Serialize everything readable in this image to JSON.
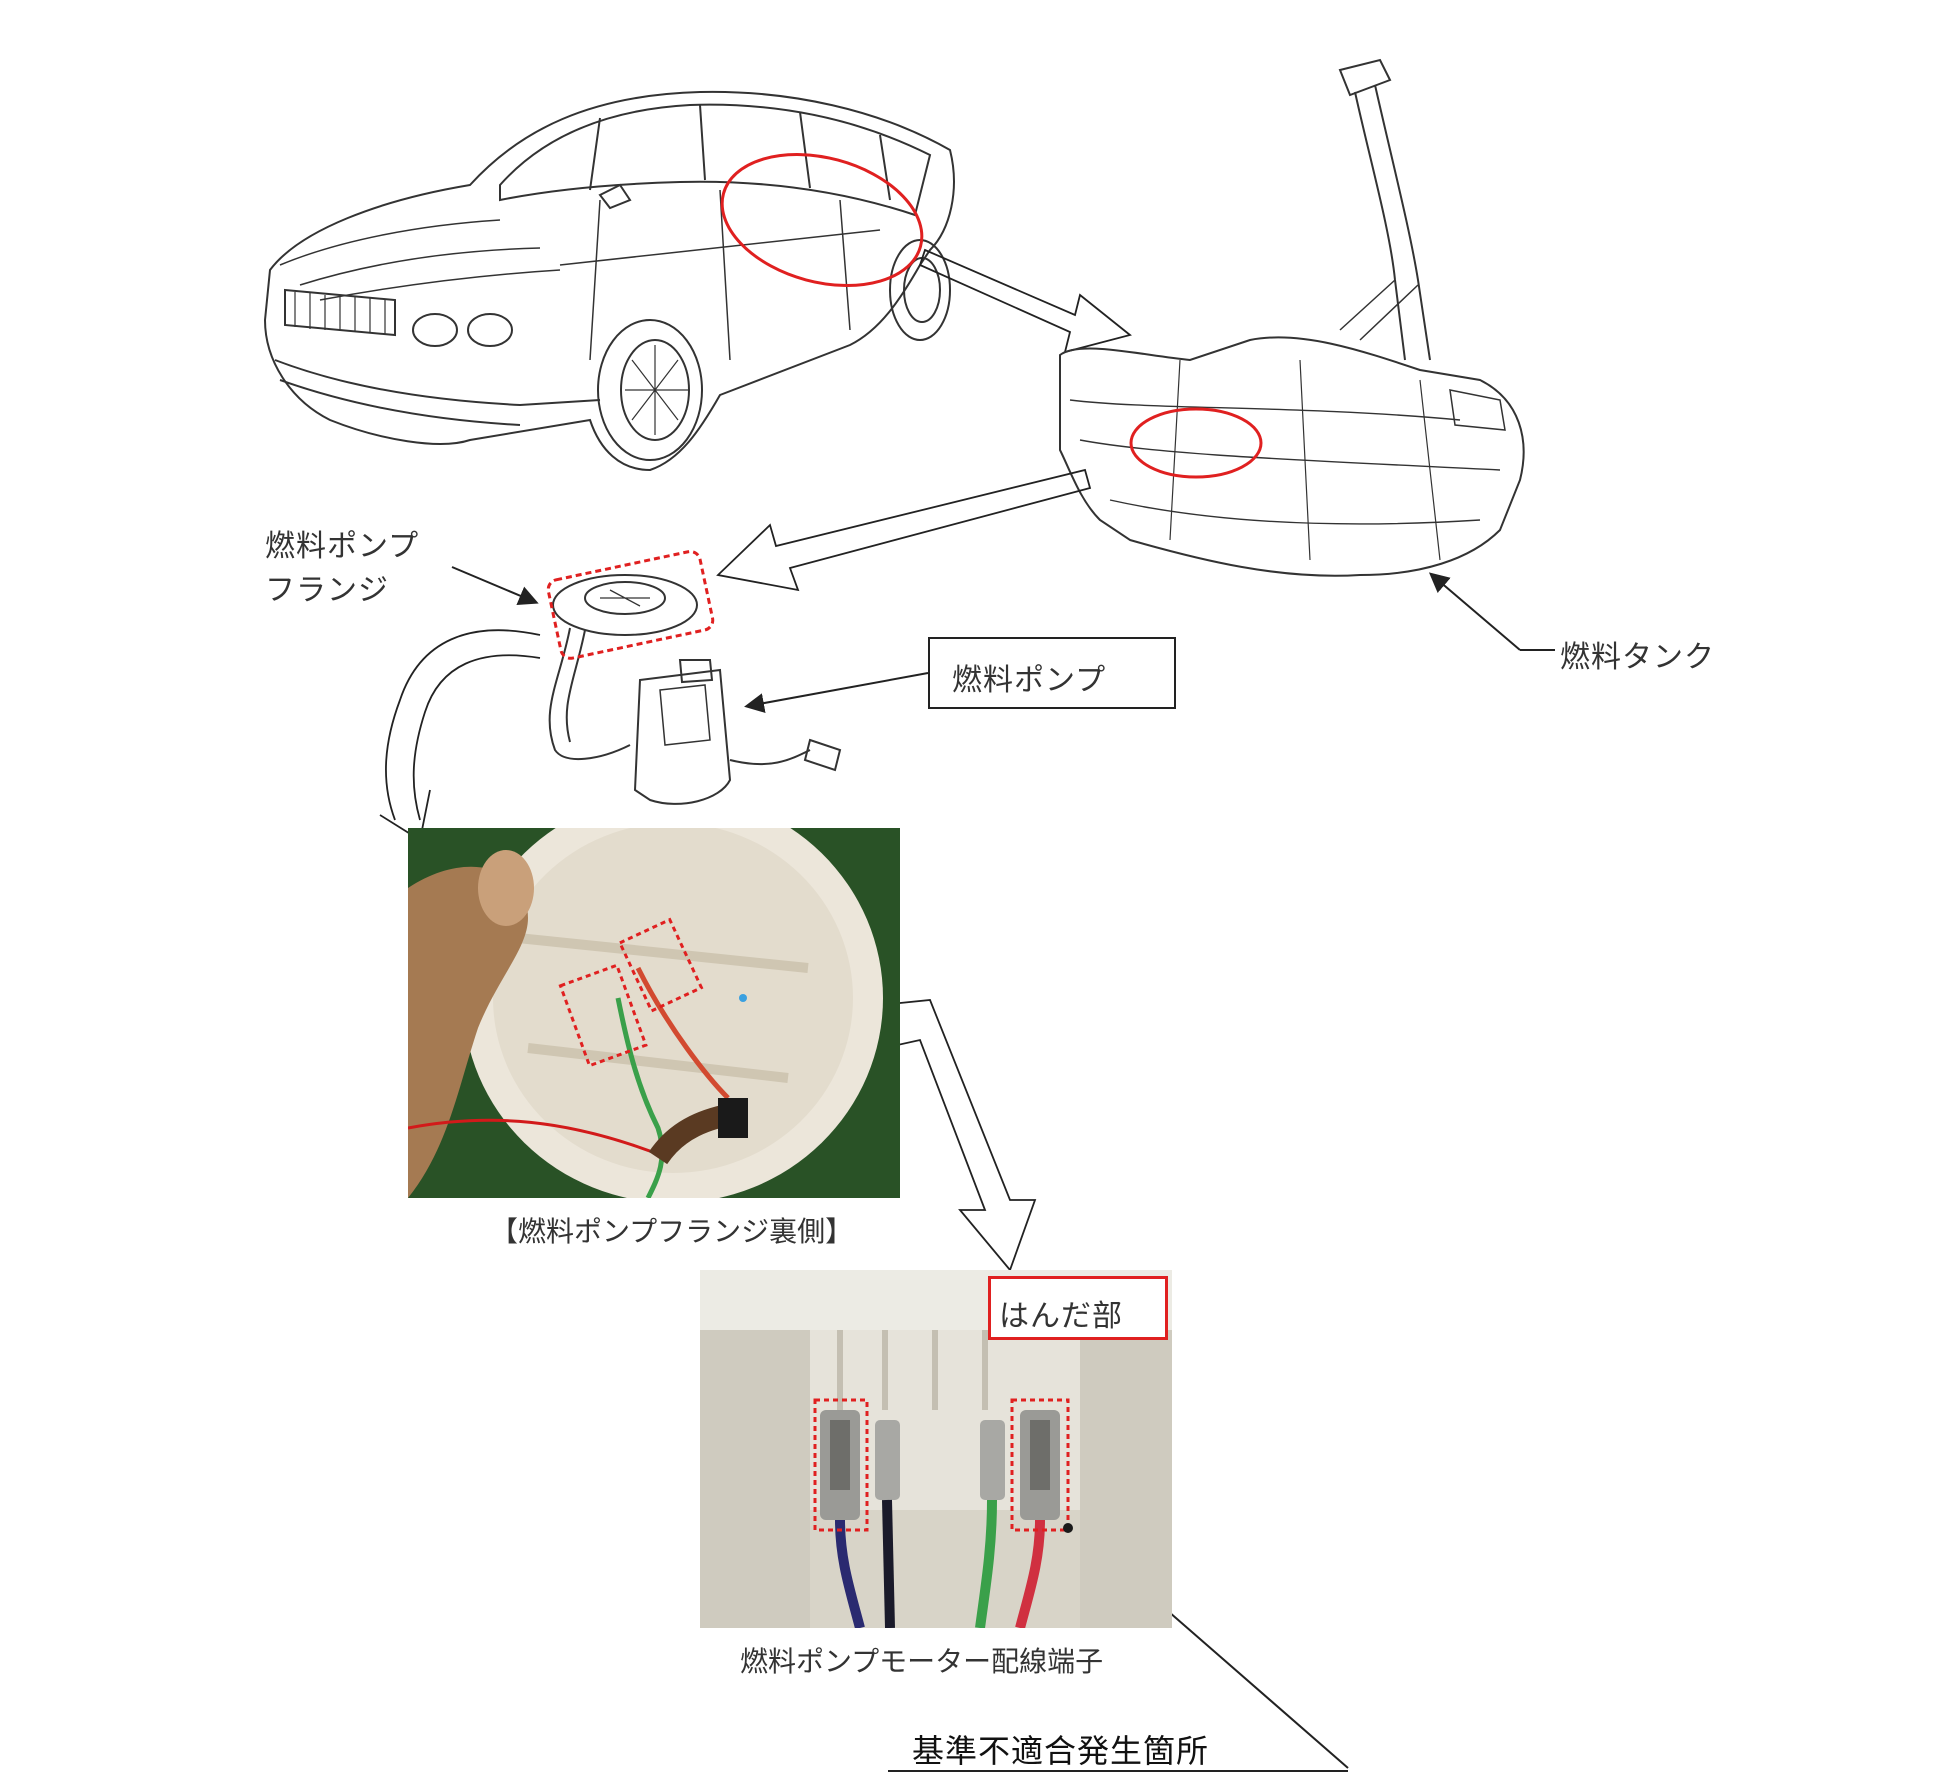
{
  "labels": {
    "pump_flange": [
      "燃料ポンプ",
      "フランジ"
    ],
    "fuel_tank": "燃料タンク",
    "fuel_pump": "燃料ポンプ",
    "flange_back_caption": "【燃料ポンプフランジ裏側】",
    "solder_part": "はんだ部",
    "terminal_caption": "燃料ポンプモーター配線端子",
    "nonconformity_location": "基準不適合発生箇所"
  },
  "colors": {
    "highlight_red": "#e02020",
    "line": "#222222",
    "photo_bg_green": "#2e5a2a",
    "photo_bg_light": "#dcd8cc",
    "wire_blue": "#2a2a70",
    "wire_green": "#3aa04a",
    "wire_red": "#d03040"
  },
  "icons": [
    "car-illustration",
    "fuel-tank-illustration",
    "fuel-pump-illustration",
    "flange-photo",
    "terminal-photo"
  ]
}
